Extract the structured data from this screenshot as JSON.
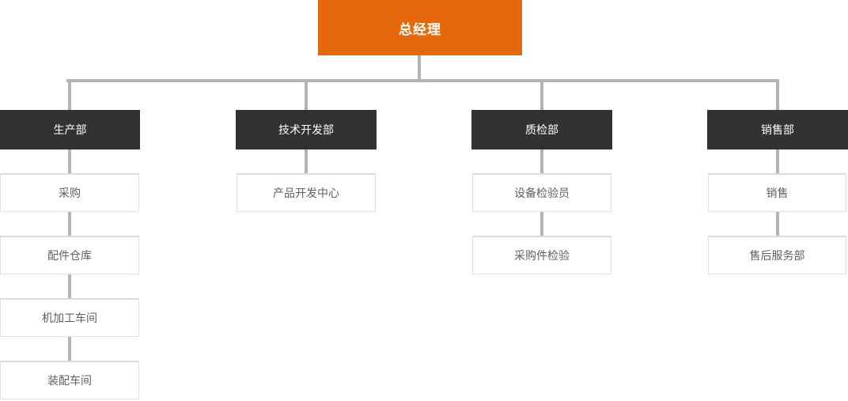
{
  "chart": {
    "type": "org-chart",
    "root": {
      "label": "总经理"
    },
    "columns": [
      {
        "label": "生产部",
        "children": [
          {
            "label": "采购"
          },
          {
            "label": "配件仓库"
          },
          {
            "label": "机加工车间"
          },
          {
            "label": "装配车间"
          }
        ]
      },
      {
        "label": "技术开发部",
        "children": [
          {
            "label": "产品开发中心"
          }
        ]
      },
      {
        "label": "质检部",
        "children": [
          {
            "label": "设备检验员"
          },
          {
            "label": "采购件检验"
          }
        ]
      },
      {
        "label": "销售部",
        "children": [
          {
            "label": "销售"
          },
          {
            "label": "售后服务部"
          }
        ]
      }
    ],
    "colors": {
      "root_bg": "#e5690c",
      "root_text": "#ffffff",
      "dept_bg": "#323232",
      "dept_text": "#ffffff",
      "leaf_bg": "#ffffff",
      "leaf_border": "#e0e0e0",
      "leaf_border_top": "#dcdcdc",
      "leaf_text": "#5f5f5f",
      "connector": "#b3b3b3"
    }
  }
}
